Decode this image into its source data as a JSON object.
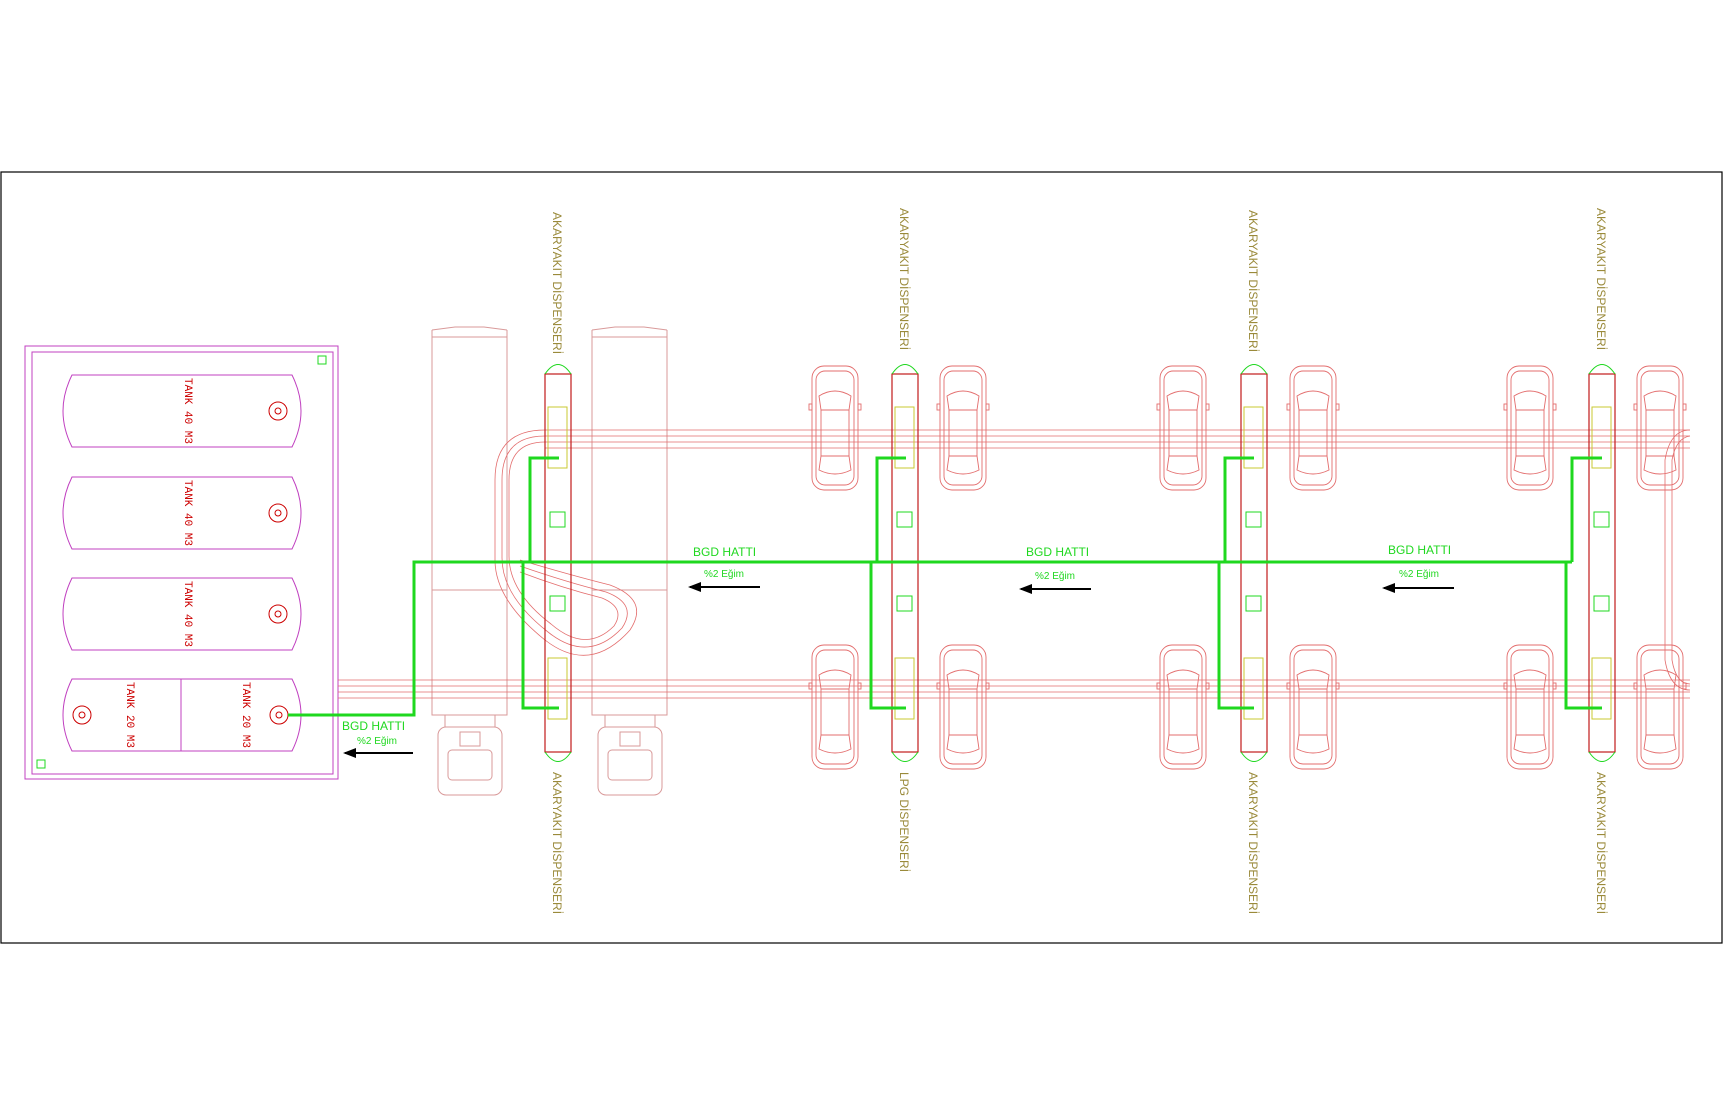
{
  "tanks": [
    {
      "label": "TANK  40  M3"
    },
    {
      "label": "TANK  40  M3"
    },
    {
      "label": "TANK  40  M3"
    },
    {
      "label": "TANK  20  M3"
    },
    {
      "label": "TANK  20  M3"
    }
  ],
  "dispensers_top": [
    {
      "label": "AKARYAKIT DİSPENSERİ"
    },
    {
      "label": "AKARYAKIT DİSPENSERİ"
    },
    {
      "label": "AKARYAKIT DİSPENSERİ"
    },
    {
      "label": "AKARYAKIT DİSPENSERİ"
    }
  ],
  "dispensers_bottom": [
    {
      "label": "AKARYAKIT DİSPENSERİ"
    },
    {
      "label": "LPG DİSPENSERİ"
    },
    {
      "label": "AKARYAKIT DİSPENSERİ"
    },
    {
      "label": "AKARYAKIT DİSPENSERİ"
    }
  ],
  "bgd_lines": [
    {
      "label": "BGD HATTI",
      "slope": "%2 Eğim"
    },
    {
      "label": "BGD HATTI",
      "slope": "%2 Eğim"
    },
    {
      "label": "BGD HATTI",
      "slope": "%2 Eğim"
    },
    {
      "label": "BGD HATTI",
      "slope": "%2 Eğim"
    }
  ],
  "colors": {
    "frame": "#000000",
    "tank_zone": "#a020a0",
    "tank_text": "#cc0000",
    "vehicle": "#e36d6d",
    "truck": "#d99a9a",
    "dispenser": "#c21a1a",
    "bgd_line": "#1fd81f",
    "dispenser_text": "#9a8a3a",
    "arrow": "#000000"
  }
}
